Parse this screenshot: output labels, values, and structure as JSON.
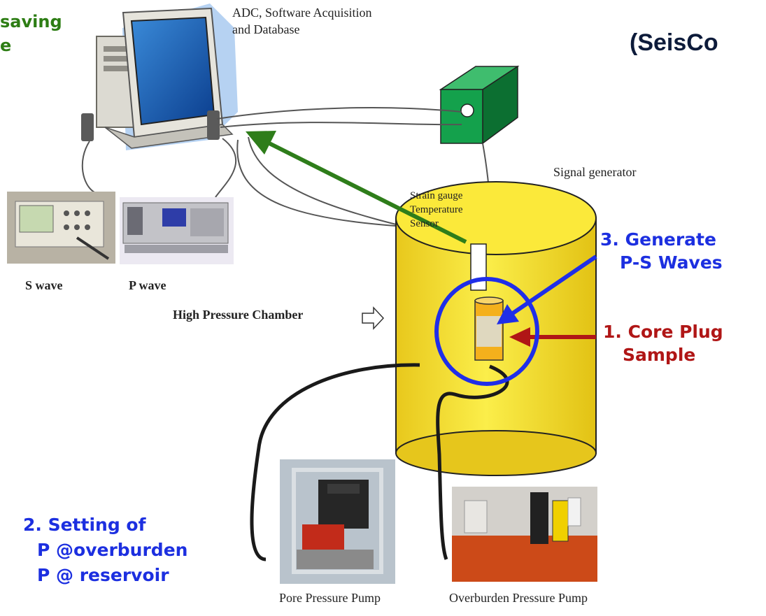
{
  "labels": {
    "adc": [
      "ADC, Software Acquisition",
      "and Database"
    ],
    "saving": [
      "saving",
      "e"
    ],
    "title": "(SeisCo",
    "signal_generator": "Signal generator",
    "strain_gauge": [
      "Strain gauge",
      "Temperature",
      "Sensor"
    ],
    "s_wave": "S wave",
    "p_wave": "P wave",
    "chamber": "High Pressure Chamber",
    "step3": [
      "3. Generate",
      "P-S  Waves"
    ],
    "step1": [
      "1. Core Plug",
      "Sample"
    ],
    "step2": [
      "2. Setting of",
      "P @overburden",
      "P  @ reservoir"
    ],
    "pore_pump": "Pore Pressure  Pump",
    "overburden_pump": "Overburden Pressure  Pump"
  },
  "colors": {
    "green_arrow": "#2e7d1a",
    "blue_arrow": "#1f2ee8",
    "red_arrow": "#b01616",
    "chamber_fill": "#f7e52b",
    "signal_box": "#138a44"
  },
  "icons": {
    "chamber_pointer": "outline-right-arrow-icon"
  }
}
